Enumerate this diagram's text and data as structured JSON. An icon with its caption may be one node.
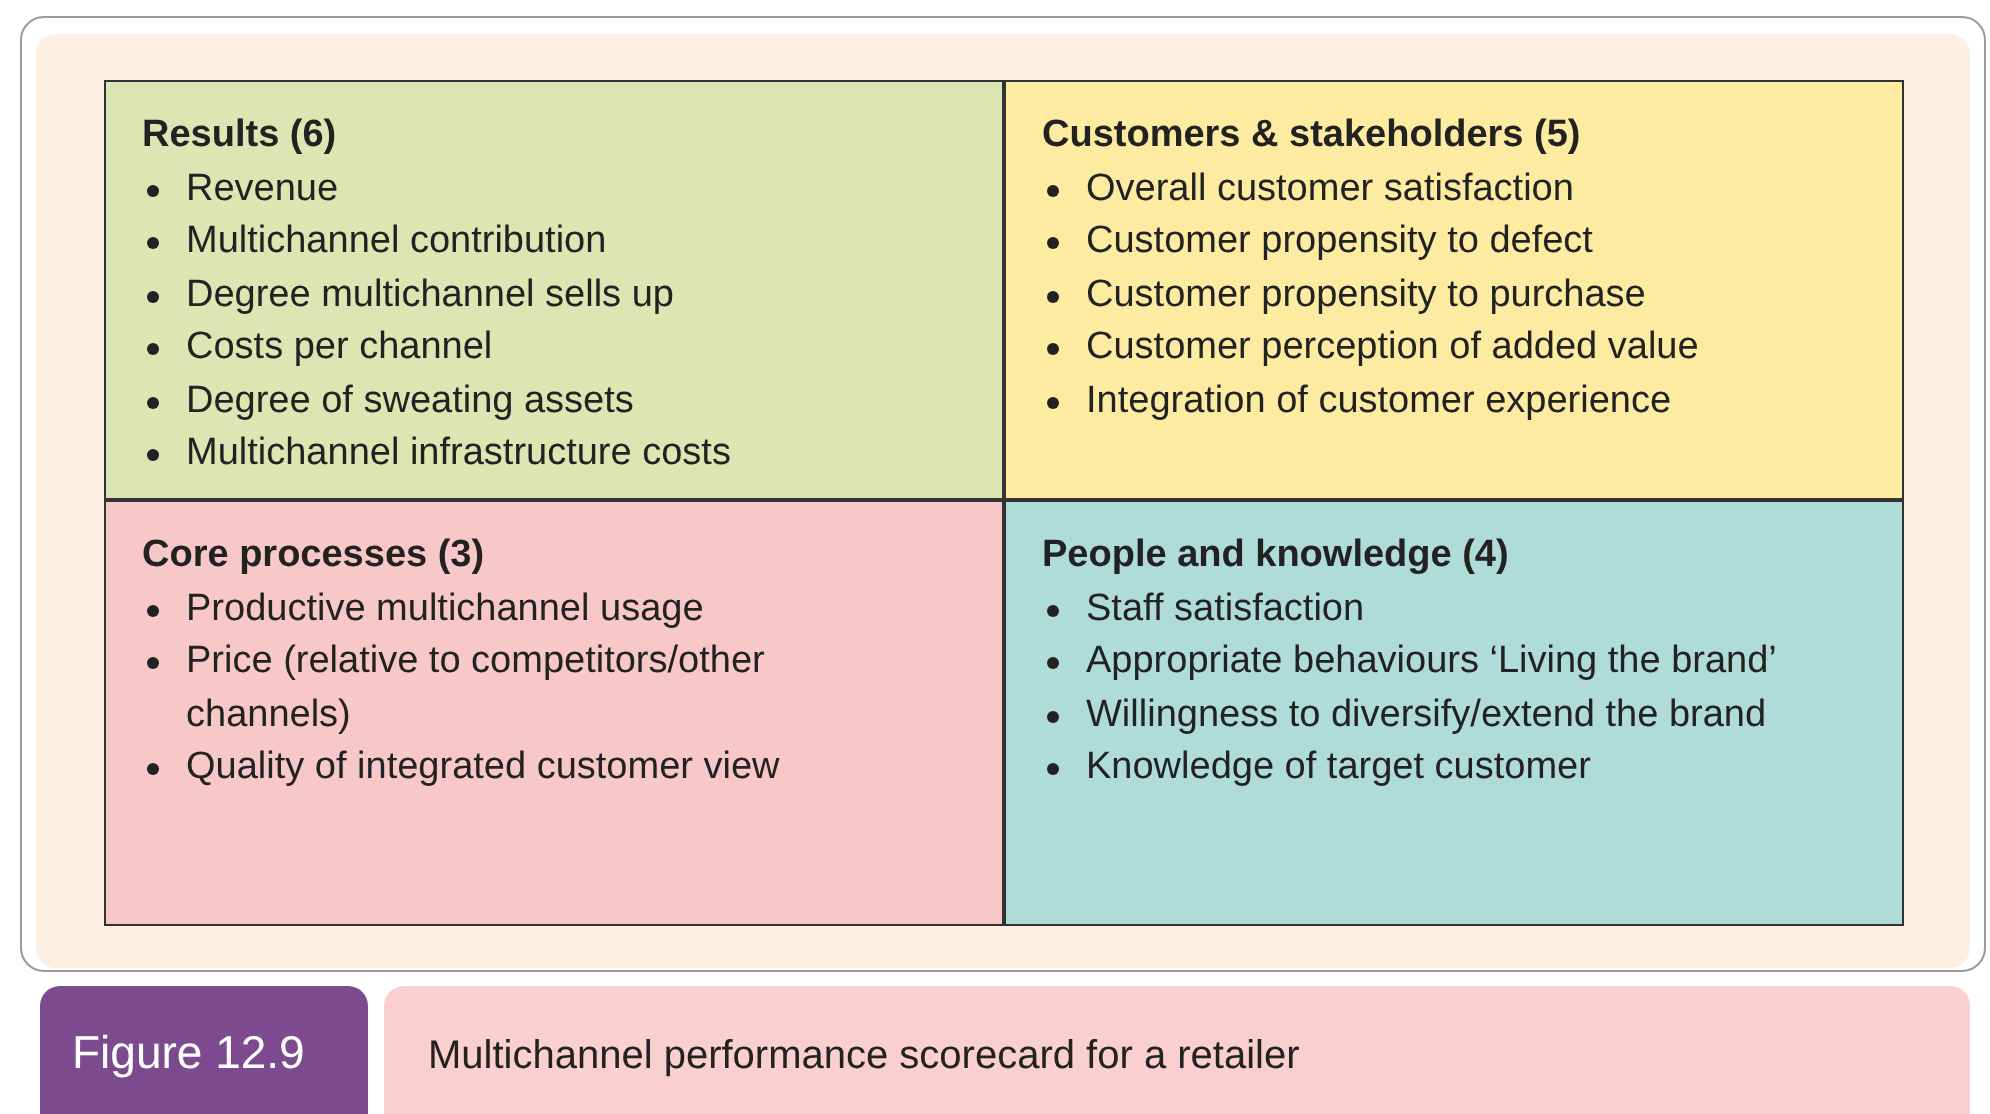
{
  "diagram": {
    "caption": "Multichannel performance scorecard for a retailer",
    "nodes": [
      {
        "text": [
          "Results (6)",
          "Revenue",
          "Multichannel contribution",
          "Degree multichannel sells up",
          "Costs per channel",
          "Degree of sweating assets",
          "Multichannel infrastructure costs"
        ]
      },
      {
        "text": [
          "Customers & stakeholders (5)",
          "Overall customer satisfaction",
          "Customer propensity to defect",
          "Customer propensity to purchase",
          "Customer perception of added value",
          "Integration of customer experience"
        ]
      },
      {
        "text": [
          "Core processes (3)",
          "Productive multichannel usage",
          "Price (relative to competitors/other channels)",
          "Quality of integrated customer view"
        ]
      },
      {
        "text": [
          "People and knowledge (4)",
          "Staff satisfaction",
          "Appropriate behaviours ‘Living the brand’",
          "Willingness to diversify/extend the brand",
          "Knowledge of target customer"
        ]
      }
    ],
    "labels": [
      "Figure 12.9"
    ]
  }
}
